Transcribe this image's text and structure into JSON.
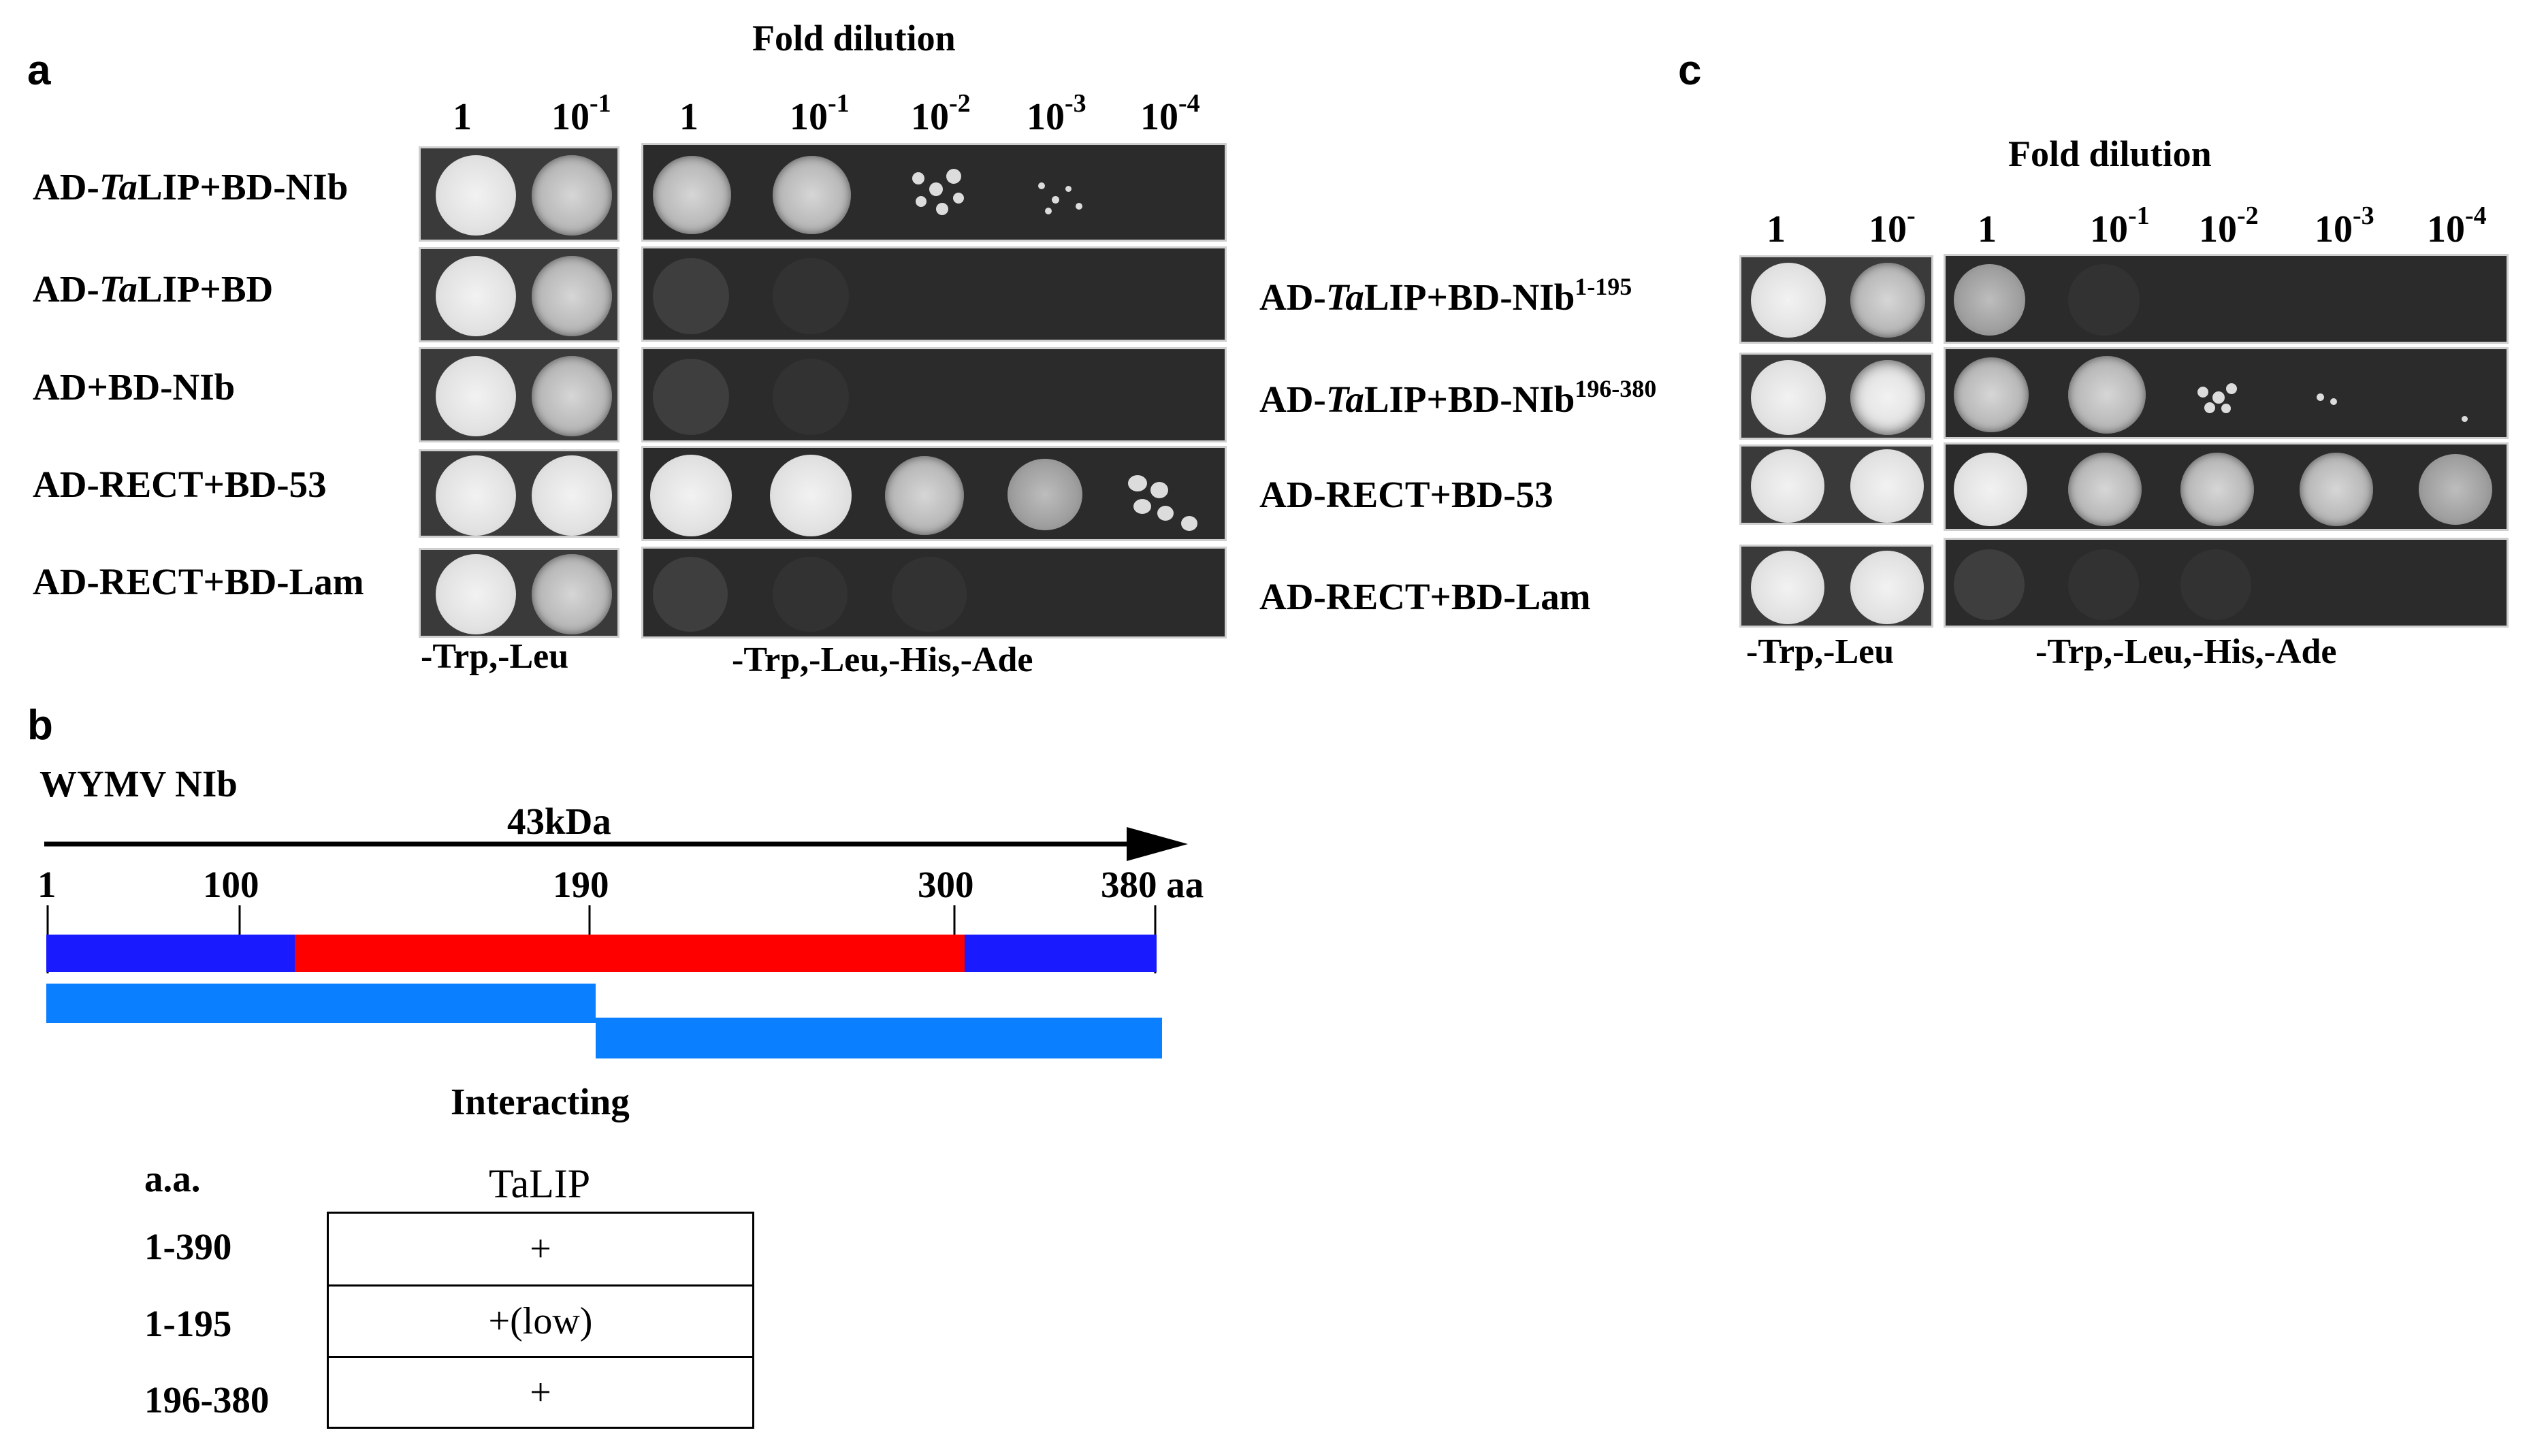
{
  "panel_a": {
    "letter": "a",
    "fold_dilution": "Fold dilution",
    "dilutions_left": [
      "1",
      "10",
      "-1"
    ],
    "dilutions_right": [
      "1",
      "10",
      "-1",
      "10",
      "-2",
      "10",
      "-3",
      "10",
      "-4"
    ],
    "rows": [
      {
        "pre": "AD-",
        "italic": "Ta",
        "post": "LIP+BD-NIb"
      },
      {
        "pre": "AD-",
        "italic": "Ta",
        "post": "LIP+BD"
      },
      {
        "pre": "AD+BD-NIb",
        "italic": "",
        "post": ""
      },
      {
        "pre": "AD-RECT+BD-53",
        "italic": "",
        "post": ""
      },
      {
        "pre": "AD-RECT+BD-Lam",
        "italic": "",
        "post": ""
      }
    ],
    "media_left": "-Trp,-Leu",
    "media_right": "-Trp,-Leu,-His,-Ade"
  },
  "panel_b": {
    "letter": "b",
    "protein": "WYMV NIb",
    "size": "43kDa",
    "ticks": [
      "1",
      "100",
      "190",
      "300",
      "380"
    ],
    "unit": "aa",
    "colors": {
      "domain_blue": "#1a1aff",
      "domain_red": "#ff0000",
      "fragment": "#0a7fff"
    },
    "interacting": "Interacting",
    "table_header_left": "a.a.",
    "table_header_right": "TaLIP",
    "table_rows": [
      {
        "aa": "1-390",
        "val": "+"
      },
      {
        "aa": "1-195",
        "val": "+(low)"
      },
      {
        "aa": "196-380",
        "val": "+"
      }
    ]
  },
  "panel_c": {
    "letter": "c",
    "fold_dilution": "Fold dilution",
    "dilutions_left": [
      "1",
      "10",
      "-"
    ],
    "dilutions_right": [
      "1",
      "10",
      "-1",
      "10",
      "-2",
      "10",
      "-3",
      "10",
      "-4"
    ],
    "rows": [
      {
        "pre": "AD-",
        "italic": "Ta",
        "post": "LIP+BD-NIb",
        "sup": "1-195"
      },
      {
        "pre": "AD-",
        "italic": "Ta",
        "post": "LIP+BD-NIb",
        "sup": "196-380"
      },
      {
        "pre": "AD-RECT+BD-53",
        "italic": "",
        "post": "",
        "sup": ""
      },
      {
        "pre": "AD-RECT+BD-Lam",
        "italic": "",
        "post": "",
        "sup": ""
      }
    ],
    "media_left": "-Trp,-Leu",
    "media_right": "-Trp,-Leu,-His,-Ade"
  }
}
